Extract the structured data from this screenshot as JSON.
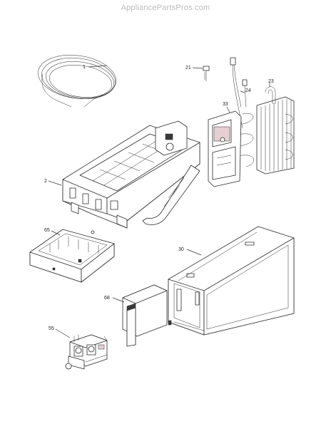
{
  "watermark": "AppliancePartsPros.com",
  "callouts": [
    {
      "id": "c1",
      "label": "1"
    },
    {
      "id": "c21",
      "label": "21"
    },
    {
      "id": "c23",
      "label": "23"
    },
    {
      "id": "c24",
      "label": "24"
    },
    {
      "id": "c33",
      "label": "33"
    },
    {
      "id": "c2",
      "label": "2"
    },
    {
      "id": "c65",
      "label": "65"
    },
    {
      "id": "c30",
      "label": "30"
    },
    {
      "id": "c68",
      "label": "68"
    },
    {
      "id": "c55",
      "label": "55"
    }
  ]
}
